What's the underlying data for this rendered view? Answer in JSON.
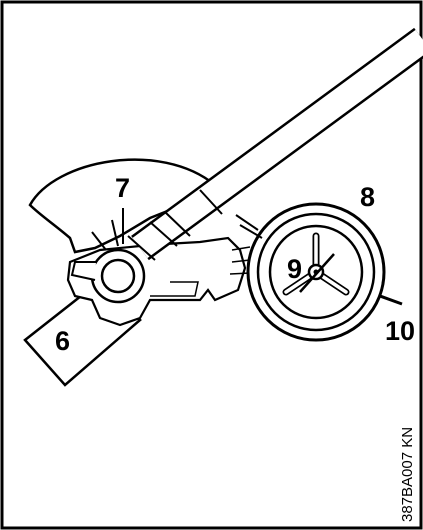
{
  "callouts": {
    "c6": "6",
    "c7": "7",
    "c8": "8",
    "c9": "9",
    "c10": "10"
  },
  "figure_code": "387BA007 KN"
}
